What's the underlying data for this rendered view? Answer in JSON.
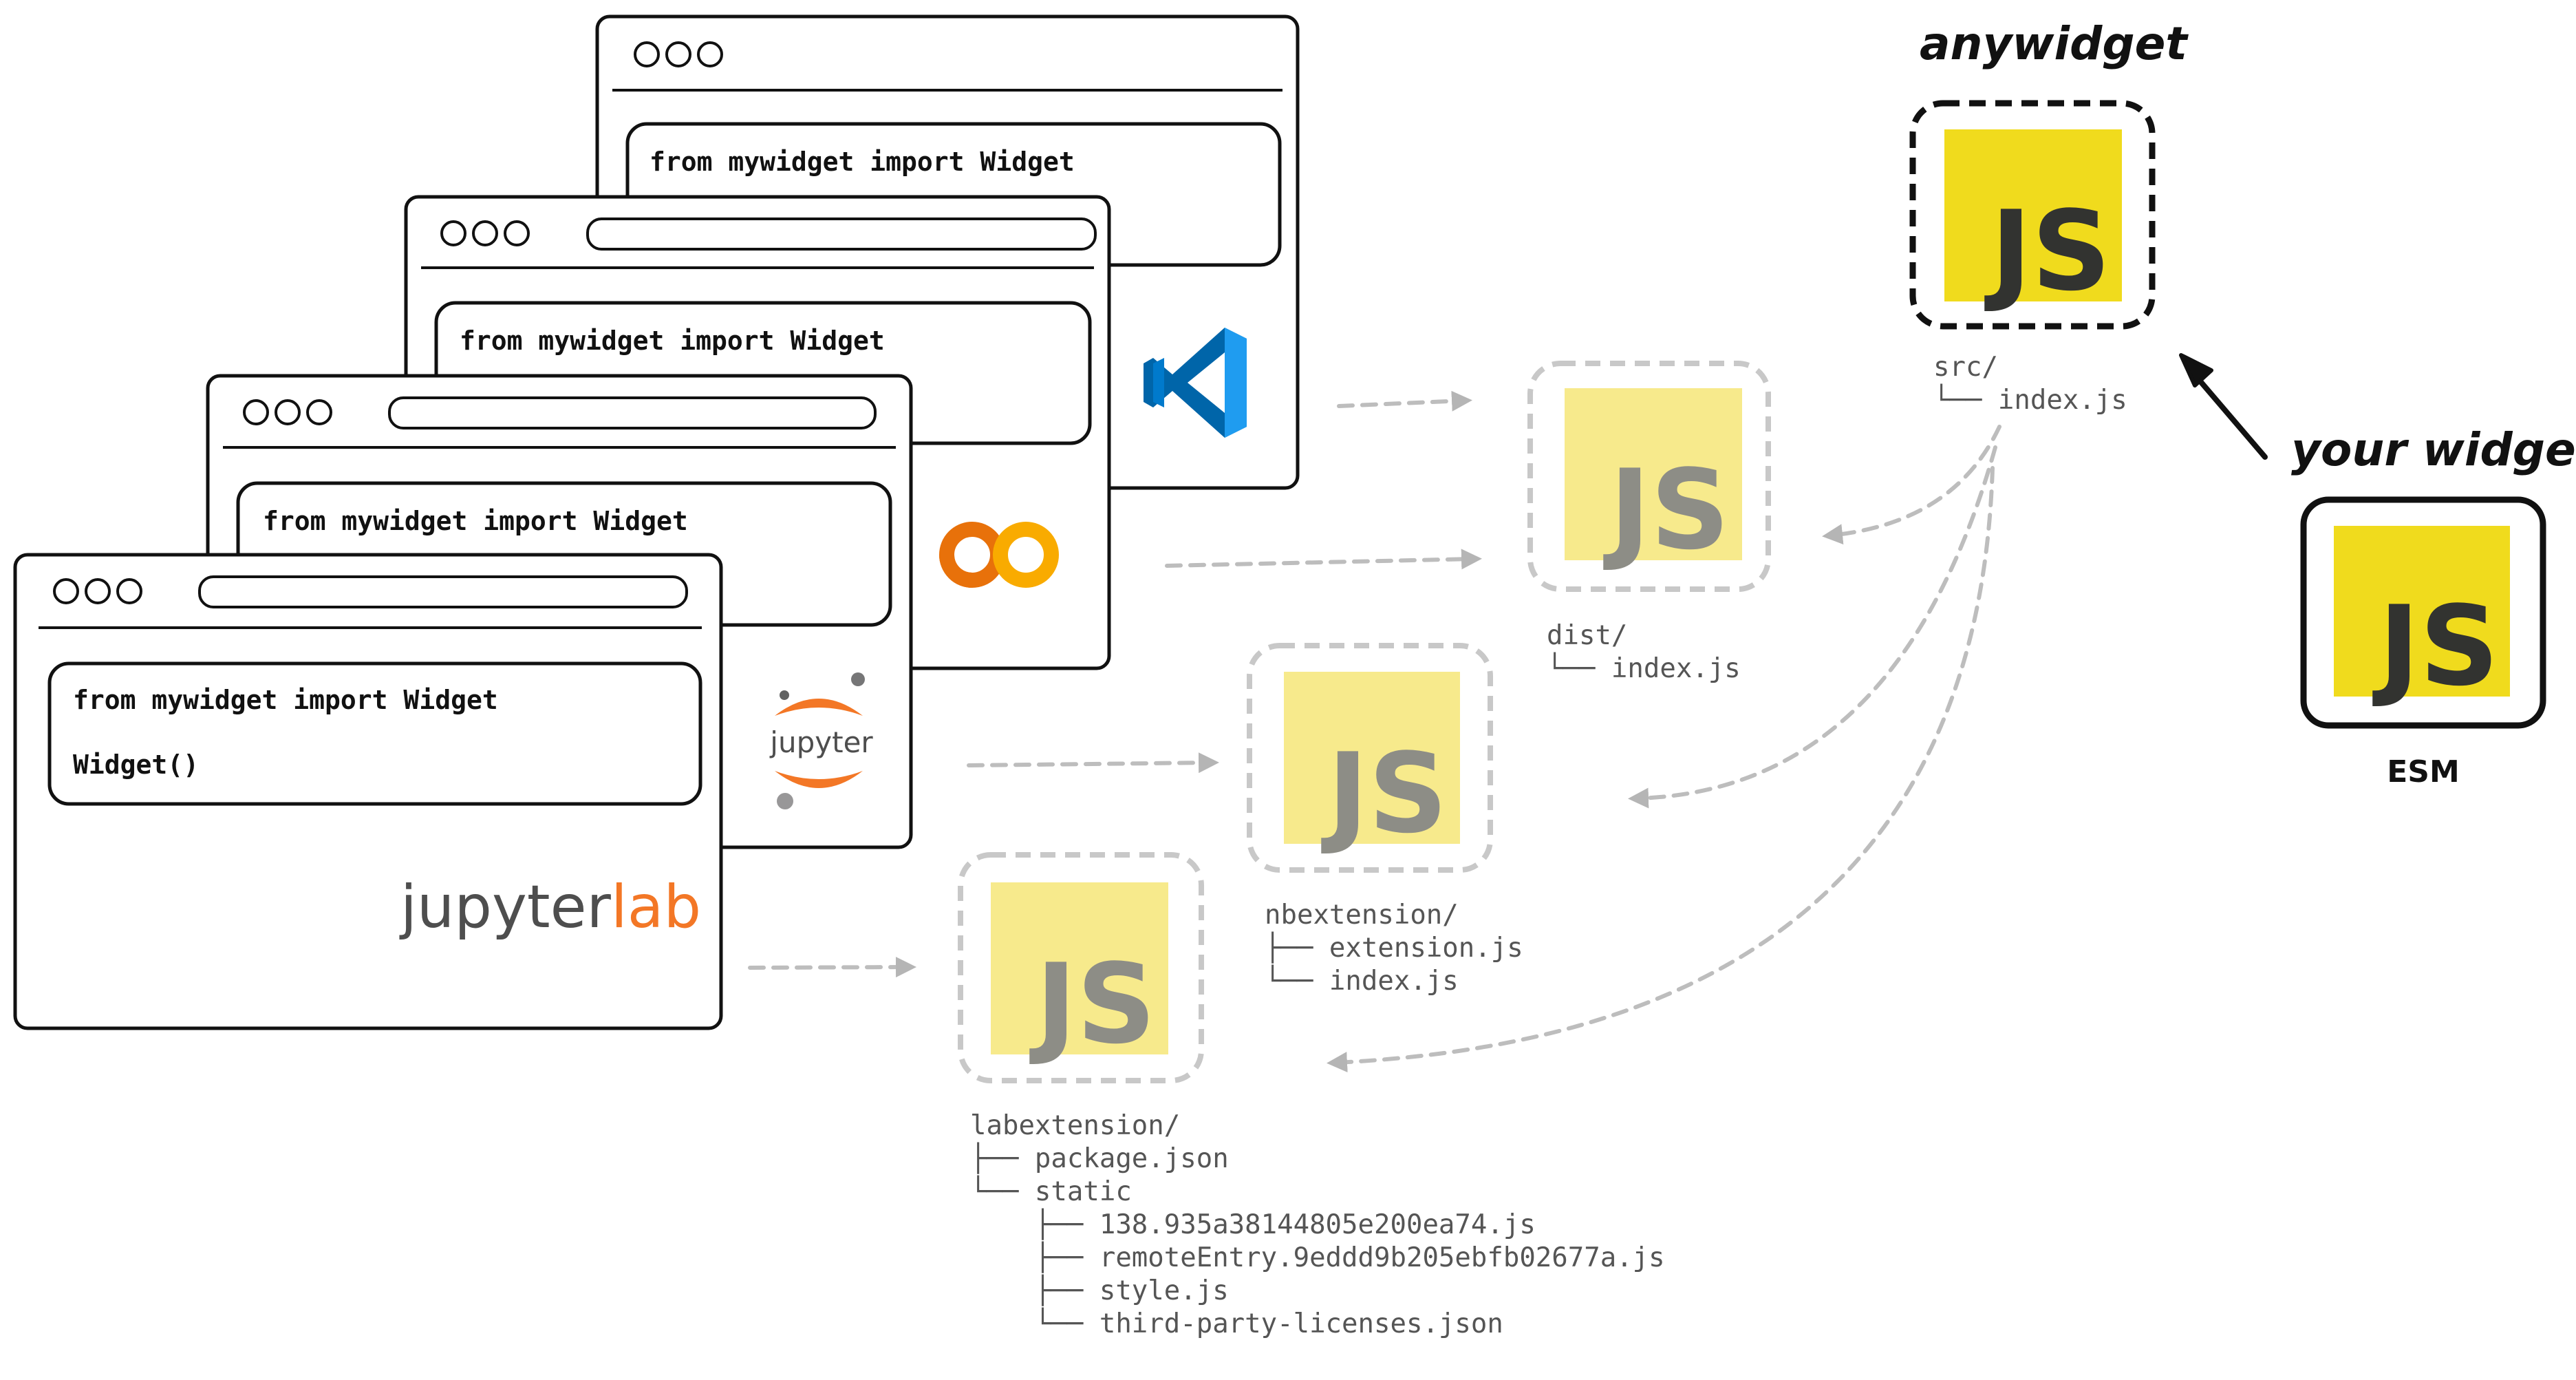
{
  "windows": [
    {
      "code_lines": [
        "from mywidget import Widget"
      ],
      "logo": ""
    },
    {
      "code_lines": [
        "from mywidget import Widget"
      ],
      "logo": "vscode-icon"
    },
    {
      "code_lines": [
        "from mywidget import Widget"
      ],
      "logo": "colab-icon"
    },
    {
      "code_lines": [
        "from mywidget import Widget",
        "Widget()"
      ],
      "logo": "jupyter-icon"
    }
  ],
  "logos": {
    "jupyter_word": "jupyter",
    "jupyterlab_left": "jupyter",
    "jupyterlab_right": "lab",
    "jupyter_orange": "#F37726",
    "jupyter_gray": "#4E4E4E"
  },
  "js_label": "JS",
  "colors": {
    "js_yellow": "#F0DB1D",
    "js_faded": "#F7EA8C",
    "js_text": "#323330",
    "js_text_faded": "#8D8D86",
    "vscode_blue": "#1E88E5",
    "colab_orange": "#F9AB00",
    "colab_dark_orange": "#E8710A"
  },
  "anywidget": {
    "title": "anywidget",
    "tree": [
      "src/",
      "└── index.js"
    ]
  },
  "your_widget": {
    "title": "your widget",
    "caption": "ESM"
  },
  "dist": {
    "tree": [
      "dist/",
      "└── index.js"
    ]
  },
  "nbextension": {
    "tree": [
      "nbextension/",
      "├── extension.js",
      "└── index.js"
    ]
  },
  "labextension": {
    "tree": [
      "labextension/",
      "├── package.json",
      "└── static",
      "    ├── 138.935a38144805e200ea74.js",
      "    ├── remoteEntry.9eddd9b205ebfb02677a.js",
      "    ├── style.js",
      "    └── third-party-licenses.json"
    ]
  }
}
